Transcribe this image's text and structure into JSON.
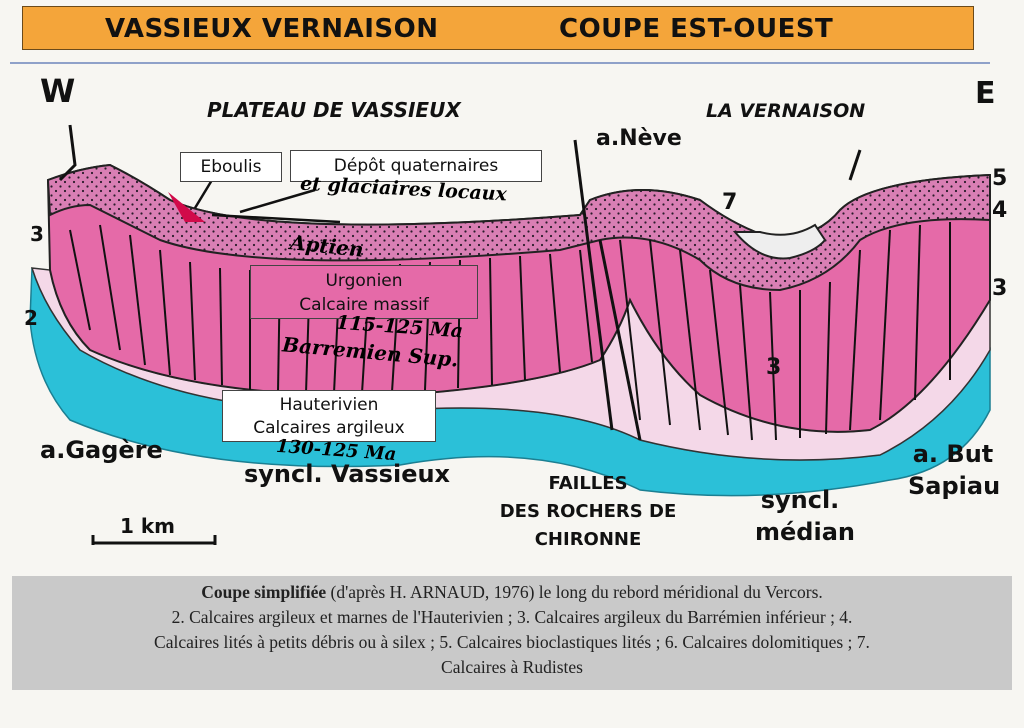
{
  "title": {
    "left": "VASSIEUX VERNAISON",
    "right": "COUPE EST-OUEST"
  },
  "orientation": {
    "west": "W",
    "east": "E"
  },
  "places": {
    "plateau": "PLATEAU DE VASSIEUX",
    "vernaison": "LA VERNAISON",
    "neve": "a.Nève",
    "gagere": "a.Gagère",
    "syncl_vassieux": "syncl. Vassieux",
    "failles": [
      "FAILLES",
      "DES ROCHERS DE",
      "CHIRONNE"
    ],
    "syncl_median": [
      "syncl.",
      "médian"
    ],
    "but_sapiau": [
      "a. But",
      "Sapiau"
    ]
  },
  "boxes": {
    "eboulis": "Eboulis",
    "depot": "Dépôt quaternaires",
    "urgonien": [
      "Urgonien",
      "Calcaire massif"
    ],
    "hauterivien": [
      "Hauterivien",
      "Calcaires argileux"
    ]
  },
  "handwriting": {
    "glaciaires": "et glaciaires locaux",
    "aptien": "Aptien",
    "age_urgonien": "115-125 Ma",
    "barremien": "Barremien Sup.",
    "age_hauterivien": "130-125 Ma"
  },
  "layer_numbers": [
    "3",
    "2",
    "7",
    "3",
    "5",
    "4",
    "3"
  ],
  "scale": "1 km",
  "caption": {
    "bold": "Coupe simplifiée",
    "line1_rest": " (d'après H. ARNAUD, 1976) le long du rebord méridional du Vercors.",
    "line2": "2. Calcaires argileux et marnes de l'Hauterivien ; 3. Calcaires argileux du Barrémien inférieur ; 4.",
    "line3": "Calcaires lités à petits débris ou à silex ; 5. Calcaires bioclastiques lités ; 6. Calcaires dolomitiques ; 7.",
    "line4": "Calcaires à Rudistes"
  },
  "colors": {
    "title_bg": "#f4a53a",
    "hauterivien": "#2bc0d8",
    "urgonien": "#e56aa8",
    "caption_bg": "#c9c9c9"
  }
}
